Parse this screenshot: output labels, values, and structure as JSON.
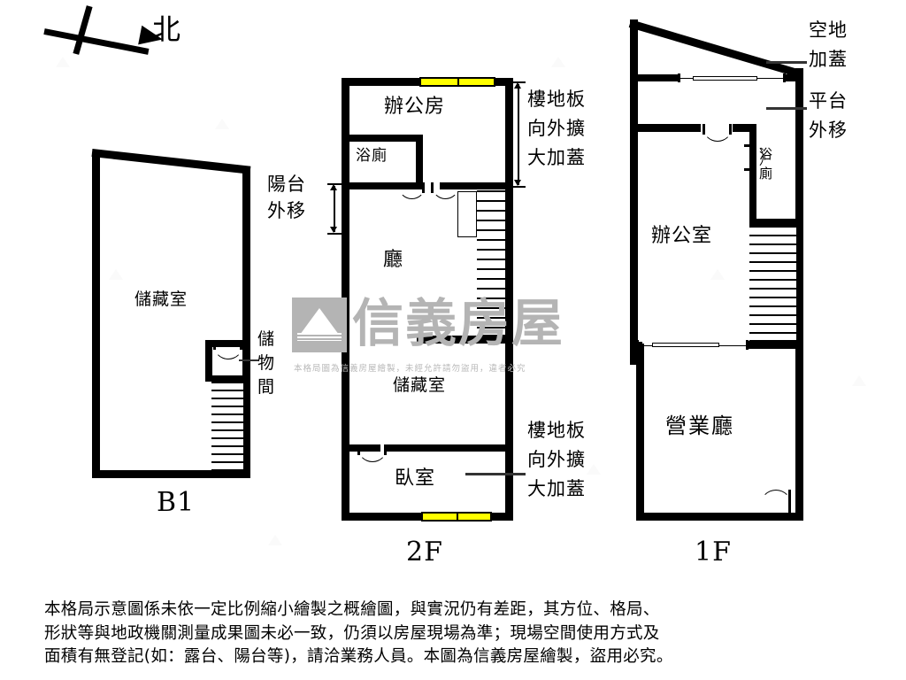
{
  "compass": {
    "label": "北",
    "icon": "north-arrow-icon"
  },
  "watermark": {
    "brand": "信義房屋",
    "notice": "本格局圖為信義房屋繪製，未經允許請勿盜用，違者必究"
  },
  "colors": {
    "wall": "#000000",
    "window_fill": "#ffff00",
    "watermark_gray": "#b4b4b4",
    "leader_gray": "#555555",
    "background": "#ffffff"
  },
  "floors": [
    {
      "id": "b1",
      "tag": "B1",
      "rooms": [
        {
          "name": "storage-room",
          "label": "儲藏室"
        }
      ],
      "callouts": [
        {
          "name": "storage-closet",
          "label": "儲物間"
        }
      ],
      "features": [
        {
          "name": "staircase",
          "label": "stairs-icon"
        },
        {
          "name": "closet-door",
          "label": "door-icon"
        }
      ]
    },
    {
      "id": "2f",
      "tag": "2F",
      "rooms": [
        {
          "name": "office-room",
          "label": "辦公房"
        },
        {
          "name": "bathroom",
          "label": "浴廁"
        },
        {
          "name": "living-hall",
          "label": "廳"
        },
        {
          "name": "storage-room",
          "label": "儲藏室"
        },
        {
          "name": "bedroom",
          "label": "臥室"
        }
      ],
      "callouts": [
        {
          "name": "balcony-moved-out",
          "label": "陽台\n外移",
          "line1": "陽台",
          "line2": "外移"
        },
        {
          "name": "floor-slab-extended-top",
          "line1": "樓地板",
          "line2": "向外擴",
          "line3": "大加蓋"
        },
        {
          "name": "floor-slab-extended-bottom",
          "line1": "樓地板",
          "line2": "向外擴",
          "line3": "大加蓋"
        }
      ],
      "features": [
        {
          "name": "window-top",
          "label": "yellow-window"
        },
        {
          "name": "window-bottom",
          "label": "yellow-window"
        },
        {
          "name": "staircase",
          "label": "stairs-icon"
        }
      ]
    },
    {
      "id": "1f",
      "tag": "1F",
      "rooms": [
        {
          "name": "office",
          "label": "辦公室"
        },
        {
          "name": "bathroom",
          "label": "浴廁"
        },
        {
          "name": "business-hall",
          "label": "營業廳"
        }
      ],
      "callouts": [
        {
          "name": "vacant-land-covered",
          "line1": "空地",
          "line2": "加蓋"
        },
        {
          "name": "platform-moved-out",
          "line1": "平台",
          "line2": "外移"
        }
      ],
      "features": [
        {
          "name": "staircase",
          "label": "stairs-icon"
        },
        {
          "name": "entrance-door",
          "label": "door-icon"
        },
        {
          "name": "sliding-opening-top",
          "label": "sliding-door"
        },
        {
          "name": "sliding-opening-bottom",
          "label": "sliding-door"
        }
      ]
    }
  ],
  "disclaimer": {
    "line1": "本格局示意圖係未依一定比例縮小繪製之概繪圖，與實況仍有差距，其方位、格局、",
    "line2": "形狀等與地政機關測量成果圖未必一致，仍須以房屋現場為準；現場空間使用方式及",
    "line3": "面積有無登記(如：露台、陽台等)，請洽業務人員。本圖為信義房屋繪製，盜用必究。"
  }
}
